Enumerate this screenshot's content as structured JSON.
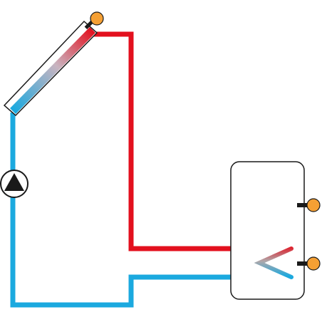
{
  "colors": {
    "hot_pipe": "#e3101e",
    "cold_pipe": "#1ba9df",
    "sensor": "#f5a034",
    "outline": "#1a1a1a",
    "background": "#ffffff"
  },
  "components": {
    "collector": "solar-collector-panel",
    "pump": "circulation-pump-icon",
    "tank": "storage-tank",
    "coil": "heat-exchanger-coil",
    "sensors": [
      "collector-temp-sensor",
      "tank-upper-temp-sensor",
      "tank-lower-temp-sensor"
    ]
  }
}
